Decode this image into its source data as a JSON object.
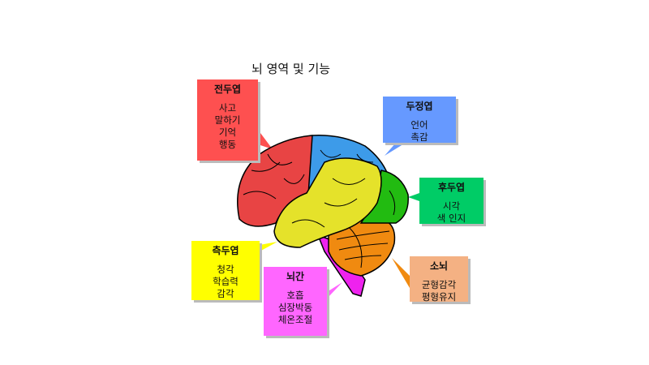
{
  "title": "뇌 영역 및 기능",
  "regions": [
    {
      "name": "전두엽",
      "functions": [
        "사고",
        "말하기",
        "기억",
        "행동"
      ],
      "color": "#fe5050"
    },
    {
      "name": "두정엽",
      "functions": [
        "언어",
        "촉감"
      ],
      "color": "#6699ff"
    },
    {
      "name": "후두엽",
      "functions": [
        "시각",
        "색 인지"
      ],
      "color": "#00cc66"
    },
    {
      "name": "측두엽",
      "functions": [
        "청각",
        "학습력",
        "감각"
      ],
      "color": "#ffff00"
    },
    {
      "name": "뇌간",
      "functions": [
        "호흡",
        "심장박동",
        "체온조절"
      ],
      "color": "#ff66ff"
    },
    {
      "name": "소뇌",
      "functions": [
        "균형감각",
        "평형유지"
      ],
      "color": "#f4b183"
    }
  ]
}
